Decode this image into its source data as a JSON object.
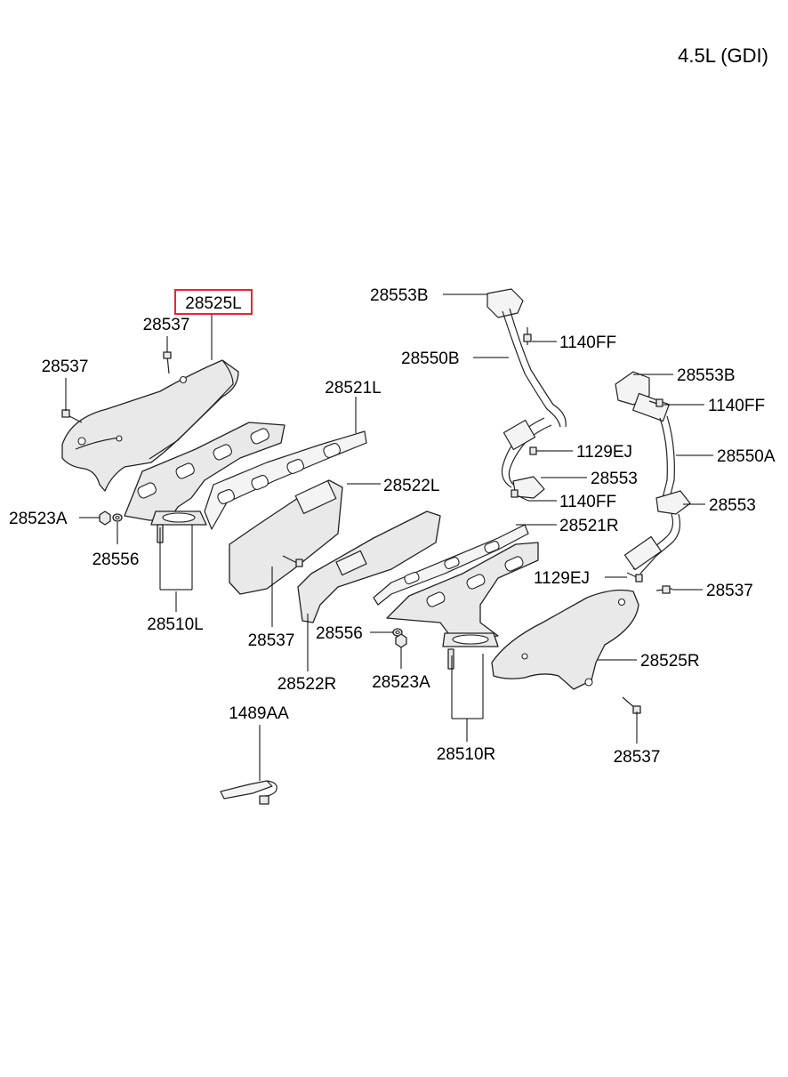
{
  "engine_label": "4.5L (GDI)",
  "highlight_color": "#e8262a",
  "highlighted_part": "28525L",
  "labels": {
    "p28525L": "28525L",
    "p28537_a": "28537",
    "p28537_b": "28537",
    "p28521L": "28521L",
    "p28522L": "28522L",
    "p28523A_l": "28523A",
    "p28556_l": "28556",
    "p28510L": "28510L",
    "p28537_c": "28537",
    "p28522R": "28522R",
    "p28556_r": "28556",
    "p28523A_r": "28523A",
    "p28553B_top": "28553B",
    "p1140FF_a": "1140FF",
    "p28550B": "28550B",
    "p1129EJ_a": "1129EJ",
    "p28553_a": "28553",
    "p1140FF_b": "1140FF",
    "p28521R": "28521R",
    "p28553B_right": "28553B",
    "p1140FF_c": "1140FF",
    "p28550A": "28550A",
    "p28553_b": "28553",
    "p1129EJ_b": "1129EJ",
    "p28537_d": "28537",
    "p28525R": "28525R",
    "p28510R": "28510R",
    "p28537_e": "28537",
    "p1489AA": "1489AA"
  }
}
